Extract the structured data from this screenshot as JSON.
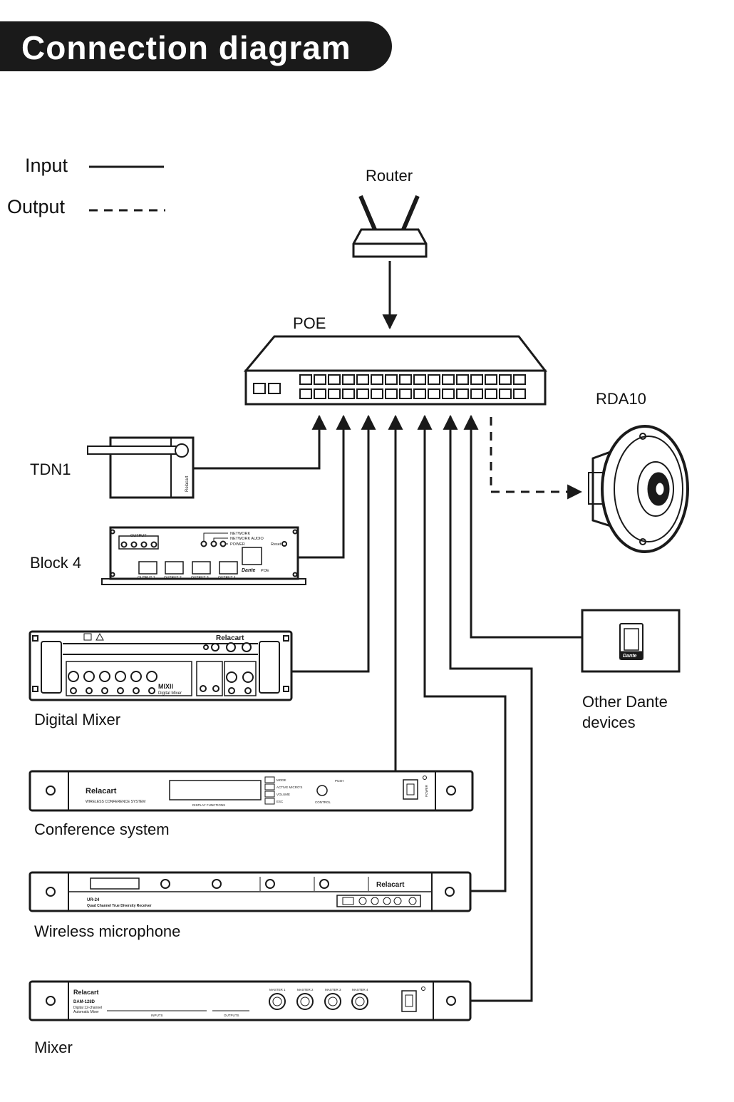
{
  "title": "Connection diagram",
  "legend": {
    "input": "Input",
    "output": "Output"
  },
  "nodes": {
    "router": "Router",
    "poe": "POE",
    "rda10": "RDA10",
    "tdn1": "TDN1",
    "block4": "Block 4",
    "digital_mixer": "Digital Mixer",
    "conference": "Conference system",
    "wireless_mic": "Wireless microphone",
    "mixer": "Mixer",
    "other_dante": "Other Dante devices"
  },
  "device_text": {
    "brand": "Relacart",
    "dante": "Dante",
    "block_output": "OUTPUT",
    "block_network": "NETWORK",
    "block_network_audio": "NETWORK AUDIO",
    "block_power": "POWER",
    "block_reset": "Reset",
    "block_poe": "POE",
    "block_out1": "OUTPUT 1",
    "block_out2": "OUTPUT 2",
    "block_out3": "OUTPUT 3",
    "block_out4": "OUTPUT 4",
    "mixer_model": "MIXII",
    "mixer_sub": "Digital Mixer",
    "conf_system": "WIRELESS CONFERENCE SYSTEM",
    "conf_display": "DISPLAY FUNCTIONS",
    "conf_mode": "MODE",
    "conf_active": "ACTIVE MICRO'S",
    "conf_volume": "VOLUME",
    "conf_esc": "ESC",
    "conf_control": "CONTROL",
    "conf_push": "PUSH",
    "conf_power": "POWER",
    "wm_model": "UR-24",
    "wm_sub": "Quad Channel True Diversity Receiver",
    "mx_model": "DAM-128D",
    "mx_sub1": "Digital 12-channel",
    "mx_sub2": "Automatic Mixer",
    "mx_inputs": "INPUTS",
    "mx_outputs": "OUTPUTS",
    "mx_master1": "MASTER 1",
    "mx_master2": "MASTER 2",
    "mx_master3": "MASTER 3",
    "mx_master4": "MASTER 4"
  },
  "colors": {
    "line": "#1a1a1a",
    "title_bg": "#1a1a1a",
    "title_fg": "#ffffff"
  }
}
